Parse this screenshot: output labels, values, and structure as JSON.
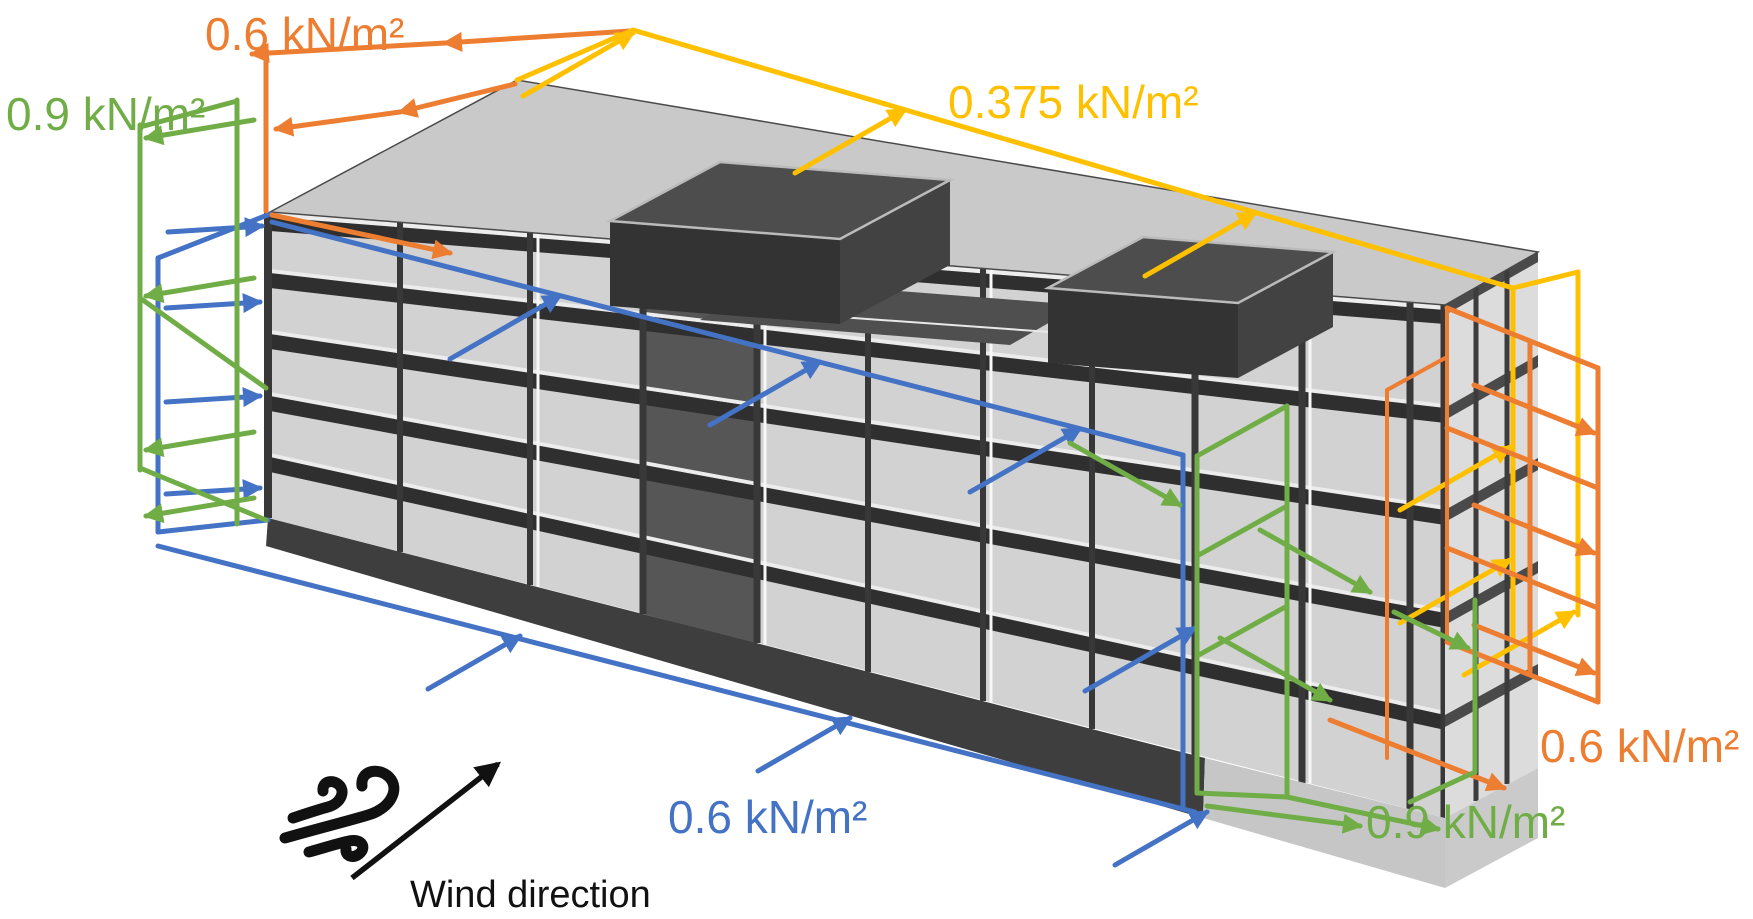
{
  "title": "Wind load diagram on a multi-storey frame building",
  "labels": {
    "roof_windward_strip": {
      "text": "0.6 kN/m²",
      "color": "#ED7D31"
    },
    "left_side_suction": {
      "text": "0.9 kN/m²",
      "color": "#70AD47"
    },
    "roof_suction": {
      "text": "0.375 kN/m²",
      "color": "#FFC000"
    },
    "windward_wall": {
      "text": "0.6 kN/m²",
      "color": "#4472C4"
    },
    "leeward_wall": {
      "text": "0.6 kN/m²",
      "color": "#ED7D31"
    },
    "right_side_suction": {
      "text": "0.9 kN/m²",
      "color": "#70AD47"
    }
  },
  "wind": {
    "direction_label": "Wind direction"
  },
  "colors": {
    "blue": "#4472C4",
    "green": "#70AD47",
    "orange": "#ED7D31",
    "yellow": "#FFC000",
    "ink": "#111111"
  }
}
